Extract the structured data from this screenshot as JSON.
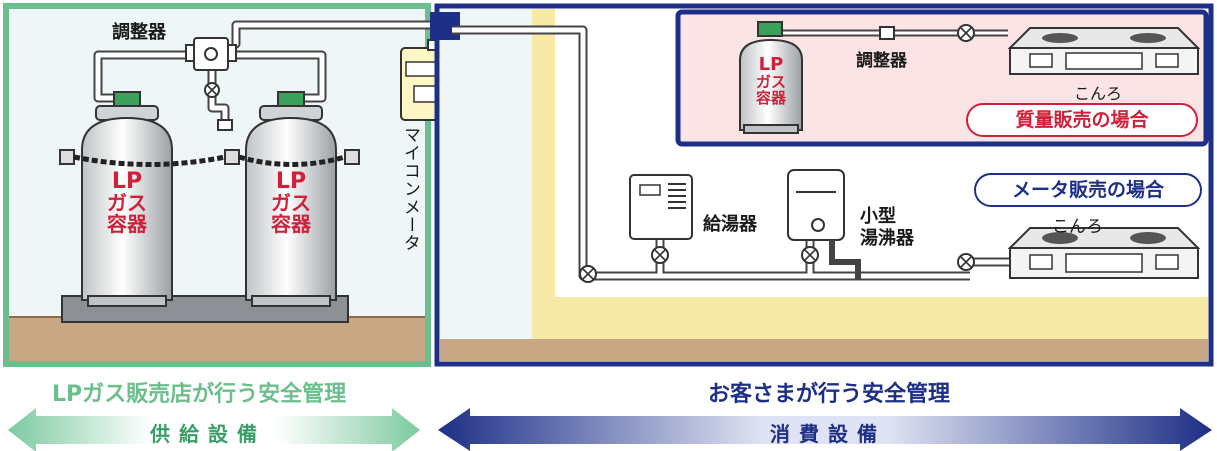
{
  "left_area": {
    "regulator_label": "調整器",
    "cylinder_1": {
      "l1": "LP",
      "l2": "ガス",
      "l3": "容器"
    },
    "cylinder_2": {
      "l1": "LP",
      "l2": "ガス",
      "l3": "容器"
    },
    "meter_label": "マイコンメータ",
    "bottom_title": "LPガス販売店が行う安全管理",
    "band_label": "供給設備"
  },
  "right_area": {
    "mass_sale_box": {
      "cylinder": {
        "l1": "LP",
        "l2": "ガス",
        "l3": "容器"
      },
      "regulator_label": "調整器",
      "stove_label": "こんろ",
      "case_pill": "質量販売の場合"
    },
    "meter_sale_area": {
      "case_pill": "メータ販売の場合",
      "water_heater_label": "給湯器",
      "small_heater_label_1": "小型",
      "small_heater_label_2": "湯沸器",
      "stove_label": "こんろ"
    },
    "bottom_title": "お客さまが行う安全管理",
    "band_label": "消費設備"
  },
  "colors": {
    "supply_green": "#6cbf8c",
    "consumer_blue": "#1d2f86",
    "red_text": "#d0203a",
    "wall_yellow": "#f7e9a6",
    "inner_pink": "#fbe3e6",
    "ground_brown": "#c7a784"
  }
}
